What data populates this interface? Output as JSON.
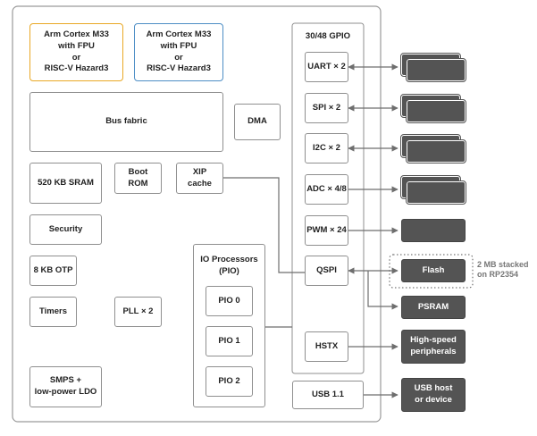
{
  "cpu": [
    {
      "line1": "Arm Cortex M33",
      "line2": "with FPU",
      "line3": "or",
      "line4": "RISC-V Hazard3"
    },
    {
      "line1": "Arm Cortex M33",
      "line2": "with FPU",
      "line3": "or",
      "line4": "RISC-V Hazard3"
    }
  ],
  "bus_fabric": "Bus fabric",
  "dma": "DMA",
  "sram": "520 KB SRAM",
  "boot_rom": {
    "line1": "Boot",
    "line2": "ROM"
  },
  "xip_cache": {
    "line1": "XIP",
    "line2": "cache"
  },
  "security": "Security",
  "otp": "8 KB OTP",
  "timers": "Timers",
  "pll": "PLL × 2",
  "smps": {
    "line1": "SMPS +",
    "line2": "low-power LDO"
  },
  "io_processors": {
    "line1": "IO Processors",
    "line2": "(PIO)"
  },
  "pio": [
    "PIO 0",
    "PIO 1",
    "PIO 2"
  ],
  "gpio_title": "30/48 GPIO",
  "gpio": [
    "UART × 2",
    "SPI × 2",
    "I2C × 2",
    "ADC × 4/8",
    "PWM × 24",
    "QSPI",
    "HSTX"
  ],
  "usb": "USB 1.1",
  "external": {
    "flash": "Flash",
    "psram": "PSRAM",
    "hs_periph": {
      "line1": "High-speed",
      "line2": "peripherals"
    },
    "usb_host": {
      "line1": "USB host",
      "line2": "or device"
    }
  },
  "stacked_note": {
    "line1": "2 MB stacked",
    "line2": "on RP2354"
  },
  "colors": {
    "cpu_border_1": "#e9a825",
    "cpu_border_2": "#4d8ec5",
    "external_fill": "#545454",
    "line": "#6e6e6e"
  }
}
